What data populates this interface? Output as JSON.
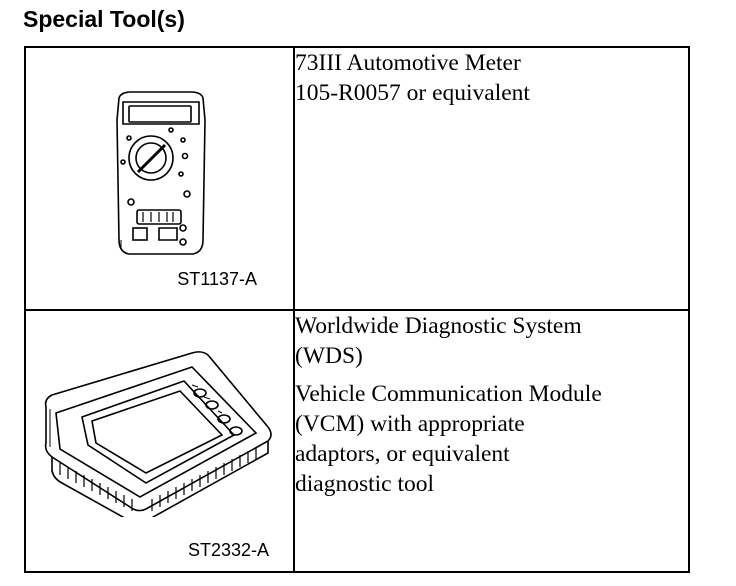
{
  "heading": "Special Tool(s)",
  "tools": [
    {
      "code": "ST1137-A",
      "description": [
        "73III Automotive Meter",
        "105-R0057 or equivalent"
      ],
      "icon": "multimeter-icon"
    },
    {
      "code": "ST2332-A",
      "paragraphs": [
        [
          "Worldwide Diagnostic System",
          "(WDS)"
        ],
        [
          "Vehicle Communication Module",
          "(VCM) with appropriate",
          "adaptors, or equivalent",
          "diagnostic tool"
        ]
      ],
      "icon": "diagnostic-tablet-icon"
    }
  ]
}
